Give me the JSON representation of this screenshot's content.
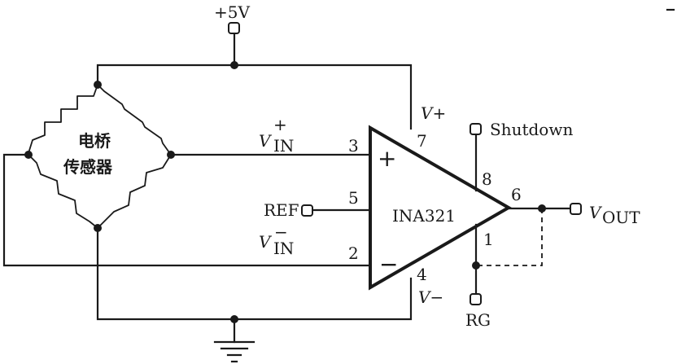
{
  "supply": {
    "label": "+5V"
  },
  "bridge": {
    "line1": "电桥",
    "line2": "传感器"
  },
  "inputs": {
    "vin_pos": {
      "base": "V",
      "sup": "+",
      "sub": "IN"
    },
    "vin_neg": {
      "base": "V",
      "sup": "−",
      "sub": "IN"
    }
  },
  "opamp": {
    "name": "INA321",
    "plus_sign": "+",
    "minus_sign": "−",
    "pins": {
      "p1": "1",
      "p2": "2",
      "p3": "3",
      "p4": "4",
      "p5": "5",
      "p6": "6",
      "p7": "7",
      "p8": "8"
    },
    "vplus": "V+",
    "vminus": "V−"
  },
  "ref": {
    "label": "REF"
  },
  "shutdown": {
    "label": "Shutdown"
  },
  "rg": {
    "label": "RG"
  },
  "vout": {
    "base": "V",
    "sub": "OUT"
  }
}
